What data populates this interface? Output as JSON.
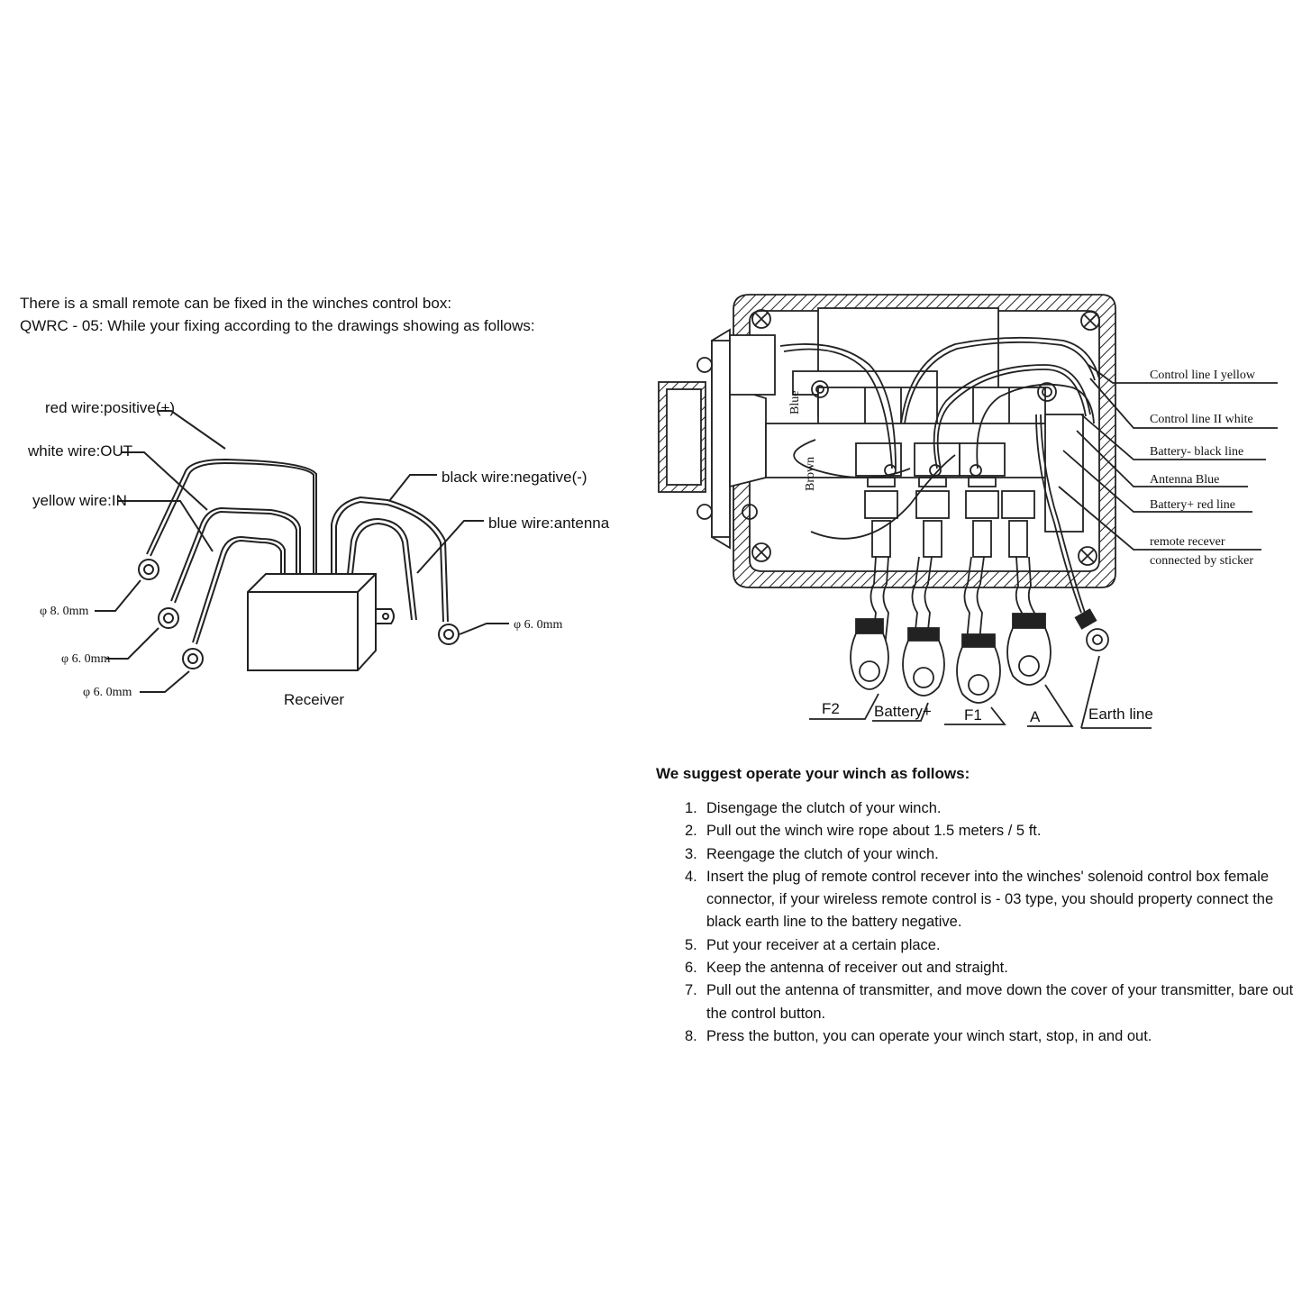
{
  "intro": {
    "line1": "There is a small remote can be fixed in the winches control box:",
    "line2": "QWRC - 05: While your fixing according to the drawings showing as follows:"
  },
  "receiver_diagram": {
    "labels": {
      "red": "red wire:positive(+)",
      "white": "white wire:OUT",
      "yellow": "yellow wire:IN",
      "black": "black wire:negative(-)",
      "blue": "blue wire:antenna",
      "d1": "φ 8. 0mm",
      "d2": "φ 6. 0mm",
      "d3": "φ 6. 0mm",
      "d4": "φ 6. 0mm",
      "receiver": "Receiver"
    }
  },
  "control_box_diagram": {
    "labels": {
      "ctrl1": "Control line I yellow",
      "ctrl2": "Control line II white",
      "batneg": "Battery-  black line",
      "antenna": "Antenna Blue",
      "batpos": "Battery+ red line",
      "remote1": "remote recever",
      "remote2": "connected by sticker",
      "blue": "Blue",
      "brown": "Brown",
      "f2": "F2",
      "batplus": "Battery+",
      "f1": "F1",
      "a": "A",
      "earth": "Earth line"
    }
  },
  "instructions": {
    "heading": "We suggest operate your winch as follows:",
    "steps": [
      {
        "num": "1.",
        "text": "Disengage the clutch of your winch."
      },
      {
        "num": "2.",
        "text": "Pull out the winch wire rope about 1.5 meters / 5 ft."
      },
      {
        "num": "3.",
        "text": "Reengage the clutch of your winch."
      },
      {
        "num": "4.",
        "text": "Insert the plug of remote control recever into the winches' solenoid control box female connector, if your wireless remote control is - 03 type, you should property connect the black earth line to the battery negative."
      },
      {
        "num": "5.",
        "text": "Put your receiver at a certain place."
      },
      {
        "num": "6.",
        "text": "Keep the antenna of receiver out and straight."
      },
      {
        "num": "7.",
        "text": "Pull out the antenna of transmitter, and move down the cover of your transmitter, bare out the control button."
      },
      {
        "num": "8.",
        "text": "Press the button, you can operate your winch start, stop, in and out."
      }
    ]
  }
}
